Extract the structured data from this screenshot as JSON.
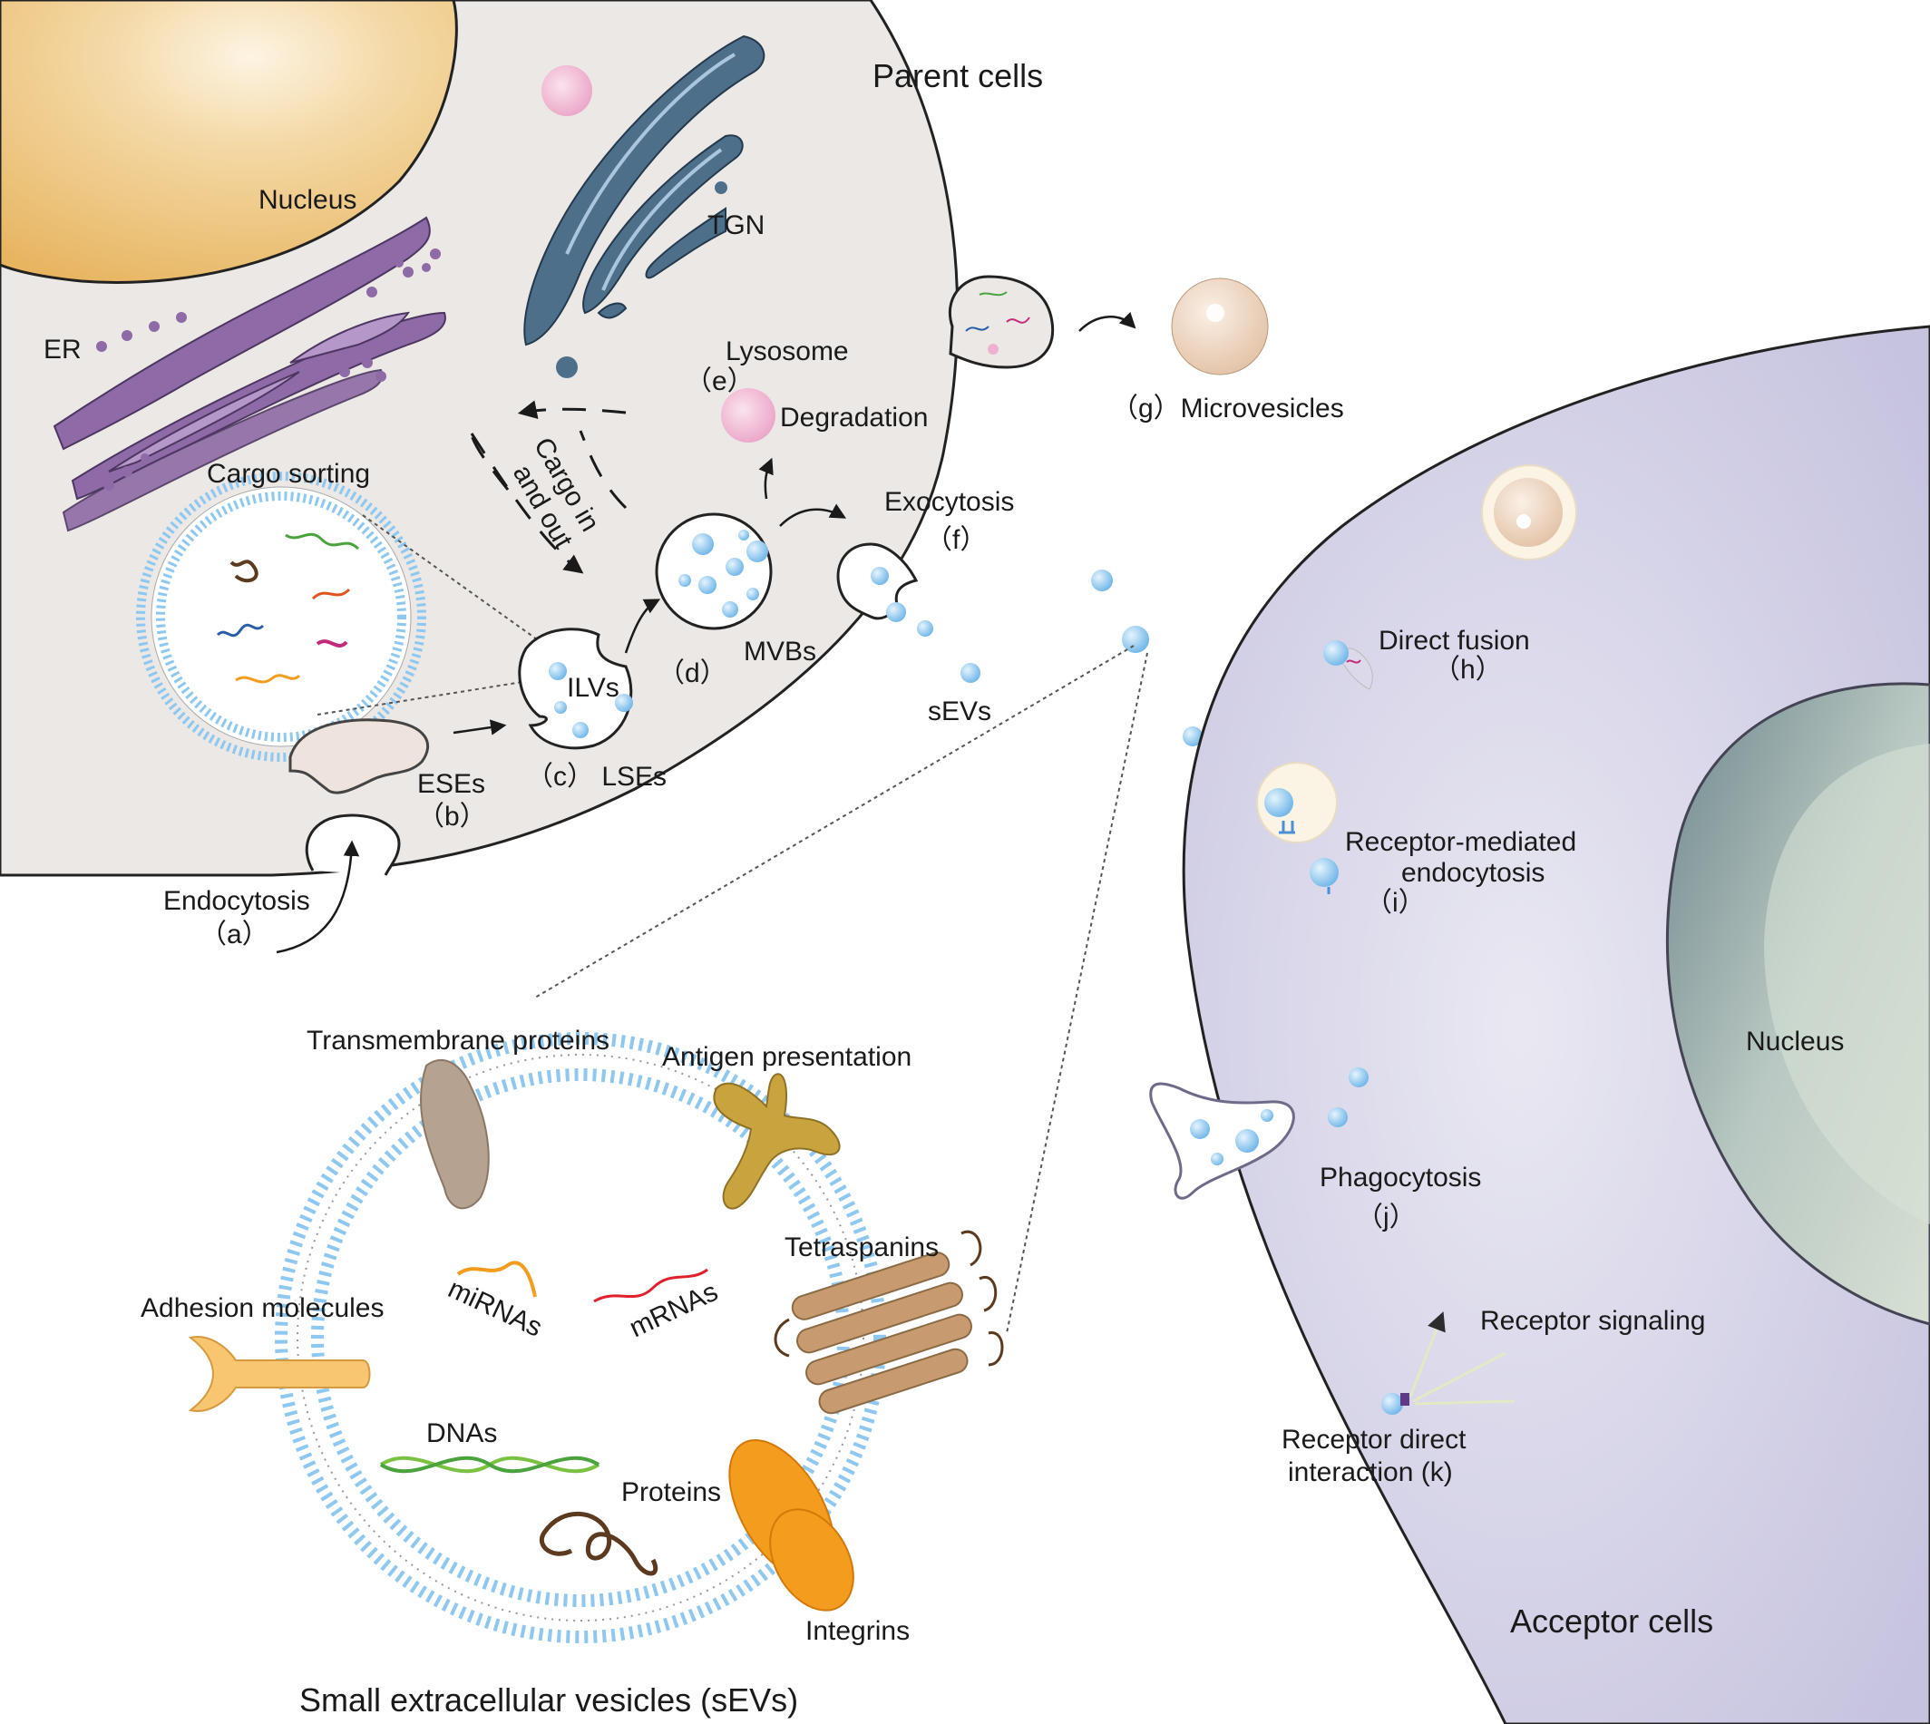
{
  "labels": {
    "parent_cells": "Parent cells",
    "nucleus_parent": "Nucleus",
    "tgn": "TGN",
    "er": "ER",
    "lysosome": "Lysosome",
    "e": "（e）",
    "degradation": "Degradation",
    "cargo_sorting": "Cargo sorting",
    "cargo_in_and_out_1": "Cargo in",
    "cargo_in_and_out_2": "and out",
    "exocytosis": "Exocytosis",
    "f": "（f）",
    "ilvs": "ILVs",
    "mvbs": "MVBs",
    "d": "（d）",
    "sevs": "sEVs",
    "eses": "ESEs",
    "b": "（b）",
    "c_lses": "（c） LSEs",
    "endocytosis": "Endocytosis",
    "a": "（a）",
    "microvesicles": "（g）Microvesicles",
    "direct_fusion": "Direct fusion",
    "h": "（h）",
    "receptor_mediated_1": "Receptor-mediated",
    "receptor_mediated_2": "endocytosis",
    "i": "（i）",
    "nucleus_acceptor": "Nucleus",
    "phagocytosis": "Phagocytosis",
    "j": "（j）",
    "receptor_signaling": "Receptor signaling",
    "receptor_direct_1": "Receptor direct",
    "receptor_direct_2": "interaction (k)",
    "acceptor_cells": "Acceptor cells",
    "transmembrane_proteins": "Transmembrane proteins",
    "antigen_presentation": "Antigen presentation",
    "tetraspanins": "Tetraspanins",
    "adhesion_molecules": "Adhesion molecules",
    "mirnas": "miRNAs",
    "mrnas": "mRNAs",
    "dnas": "DNAs",
    "proteins": "Proteins",
    "integrins": "Integrins",
    "sev_title": "Small extracellular vesicles (sEVs)"
  },
  "colors": {
    "parent_cell": "#ece9e6",
    "acceptor_cell": "#cfcce3",
    "nucleus_parent": "#f0c77f",
    "acceptor_nucleus": "#8fa3a8",
    "er": "#8e6aa6",
    "tgn": "#4e6f8a",
    "vesicle": "#8ec7ef",
    "lysosome": "#efb1cf"
  }
}
